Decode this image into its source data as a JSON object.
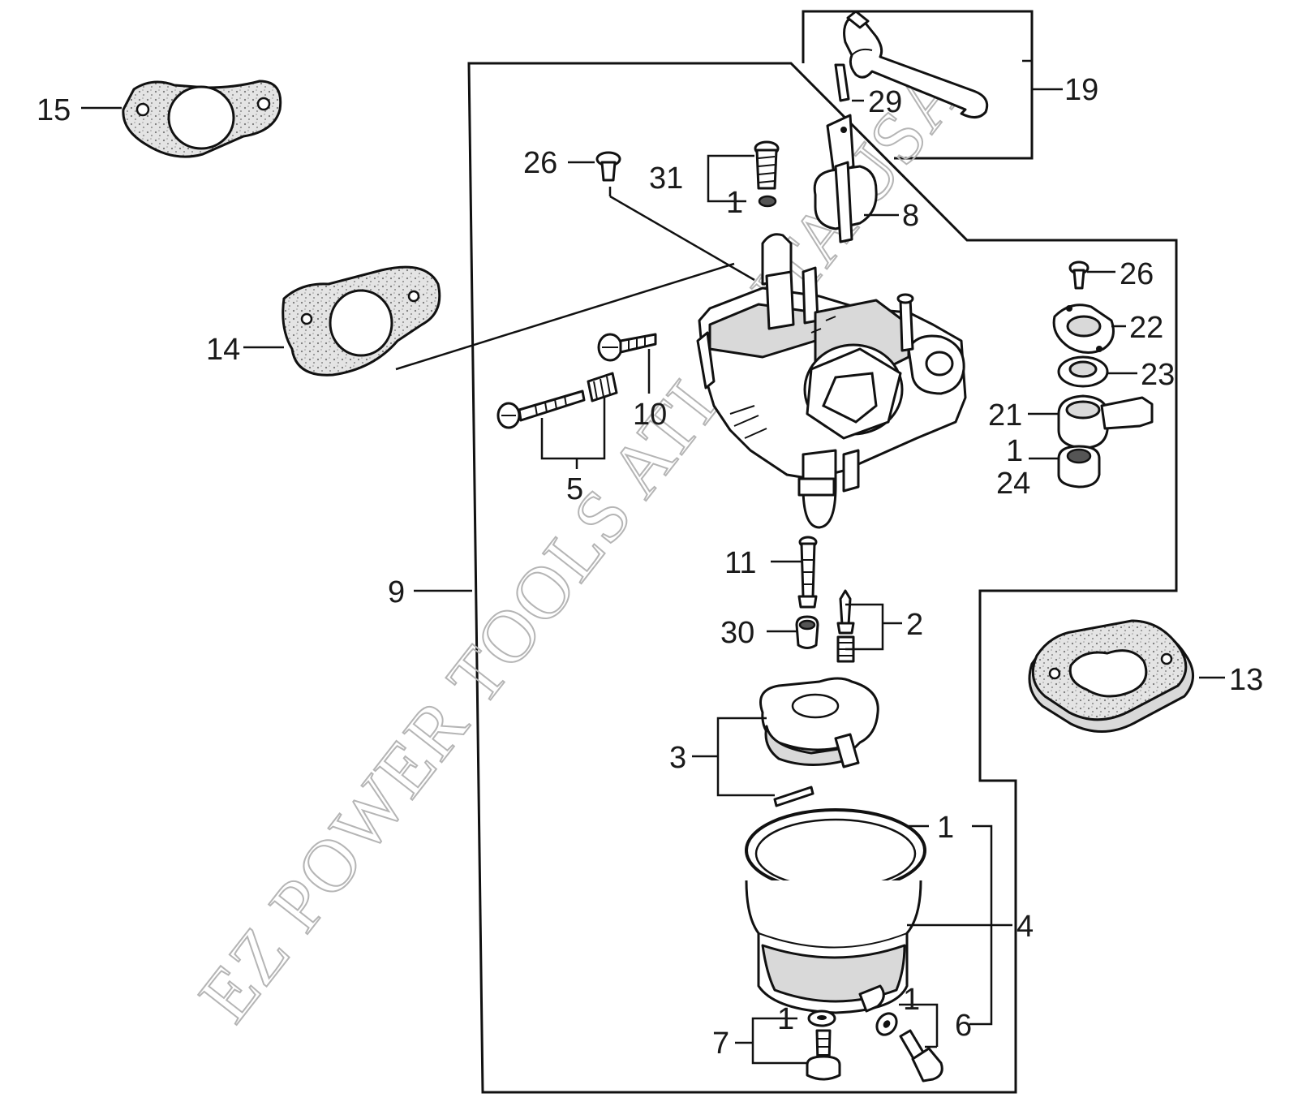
{
  "watermark": "EZ POWER TOOLS ATLANTA USA",
  "callouts": {
    "c15": "15",
    "c14": "14",
    "c26a": "26",
    "c31": "31",
    "c1a": "1",
    "c29": "29",
    "c19": "19",
    "c8": "8",
    "c10": "10",
    "c5": "5",
    "c26b": "26",
    "c22": "22",
    "c23": "23",
    "c21": "21",
    "c1b": "1",
    "c24": "24",
    "c11": "11",
    "c2": "2",
    "c30": "30",
    "c9": "9",
    "c13": "13",
    "c3": "3",
    "c1c": "1",
    "c4": "4",
    "c1d": "1",
    "c7": "7",
    "c1e": "1",
    "c6": "6"
  },
  "colors": {
    "ink": "#111111",
    "watermark": "#b5b5b5",
    "background": "#ffffff"
  }
}
